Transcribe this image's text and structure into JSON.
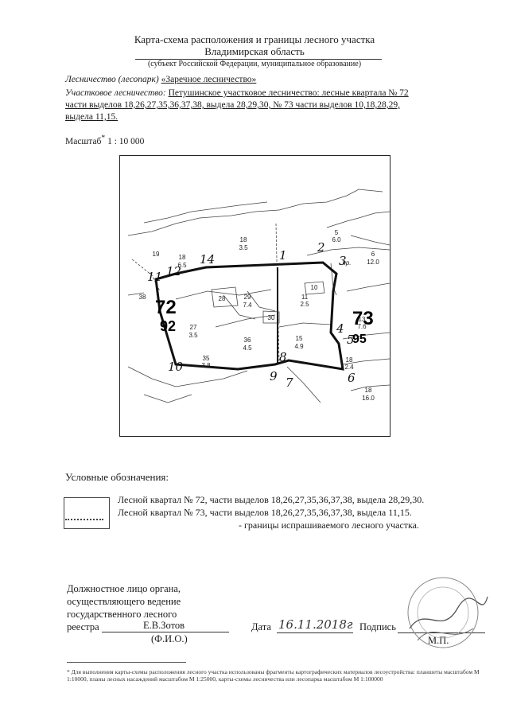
{
  "header": {
    "title": "Карта-схема расположения и границы лесного участка",
    "region": "Владимирская область",
    "subject_note": "(субъект Российской Федерации, муниципальное образование)"
  },
  "forestry": {
    "label": "Лесничество (лесопарк)",
    "value": "«Заречное лесничество»"
  },
  "district": {
    "label": "Участковое лесничество:",
    "line1": "Петушинское участковое лесничество: лесные квартала № 72",
    "line2": "части выделов 18,26,27,35,36,37,38, выдела 28,29,30, № 73 части выделов 10,18,28,29,",
    "line3": "выдела 11,15."
  },
  "scale": {
    "label": "Масштаб",
    "value": "1 : 10 000"
  },
  "map": {
    "quarter_72": "72",
    "quarter_72_sub": "92",
    "quarter_73": "73",
    "quarter_73_sub": "95",
    "plots": [
      {
        "num": "18",
        "area": "3.5"
      },
      {
        "num": "19",
        "area": ""
      },
      {
        "num": "18",
        "area": "6.5"
      },
      {
        "num": "5",
        "area": "6.0"
      },
      {
        "num": "6",
        "area": "12.0"
      },
      {
        "num": "28",
        "area": ""
      },
      {
        "num": "29",
        "area": "7.4"
      },
      {
        "num": "11",
        "area": "2.5"
      },
      {
        "num": "10",
        "area": ""
      },
      {
        "num": "27",
        "area": "3.5"
      },
      {
        "num": "30",
        "area": ""
      },
      {
        "num": "36",
        "area": "4.5"
      },
      {
        "num": "15",
        "area": "4.9"
      },
      {
        "num": "13",
        "area": "7.6"
      },
      {
        "num": "35",
        "area": "3.8"
      },
      {
        "num": "38",
        "area": ""
      },
      {
        "num": "18",
        "area": "16.0"
      },
      {
        "num": "18",
        "area": "2.4"
      }
    ],
    "points": [
      "1",
      "2",
      "3",
      "4",
      "5",
      "6",
      "7",
      "8",
      "9",
      "10",
      "11",
      "12",
      "14"
    ],
    "stream_label": "пр."
  },
  "legend": {
    "title": "Условные обозначения:",
    "line1": "Лесной квартал № 72, части выделов 18,26,27,35,36,37,38, выдела 28,29,30.",
    "line2": "Лесной квартал № 73, части выделов 18,26,27,35,36,37,38, выдела 11,15.",
    "line3": "-  границы испрашиваемого лесного участка."
  },
  "official": {
    "line1": "Должностное лицо органа,",
    "line2": "осуществляющего ведение",
    "line3": "государственного лесного",
    "line4": "реестра",
    "name": "Е.В.Зотов",
    "name_caption": "(Ф.И.О.)",
    "date_label": "Дата",
    "date_value": "16.11.2018г",
    "signature_label": "Подпись",
    "stamp_label": "М.П."
  },
  "footnote": "* Для выполнения карты-схемы расположения лесного участка использованы фрагменты картографических материалов лесоустройства: планшеты масштабом М 1:10000, планы лесных насаждений масштабом М 1:25000, карты-схемы лесничества или лесопарка масштабом М 1:100000"
}
